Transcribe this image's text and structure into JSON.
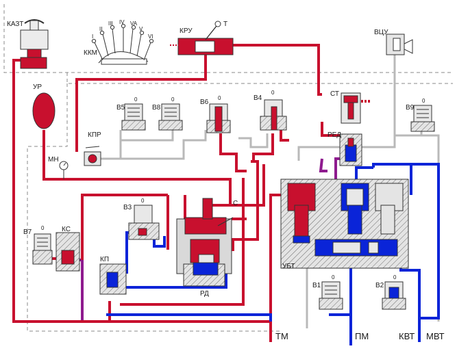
{
  "diagram": {
    "colors": {
      "red": "#c8102e",
      "blue": "#0a24d8",
      "purple": "#8e1a8e",
      "gray": "#b9b9b9",
      "dash": "#8a8a8a",
      "body_fill": "#d9d9d9"
    },
    "labels": {
      "kazt": "КАЗТ",
      "kkm": "ККМ",
      "kru": "КРУ",
      "t": "Т",
      "vcu": "ВЦУ",
      "ur": "УР",
      "kpr": "КПР",
      "mn": "МН",
      "v5": "В5",
      "v8": "В8",
      "v6": "В6",
      "v4": "В4",
      "st": "СТ",
      "red": "РЕД",
      "v9": "В9",
      "v3": "В3",
      "c": "С",
      "v7": "В7",
      "ks": "КС",
      "kp": "КП",
      "rd": "РД",
      "ubt": "УБТ",
      "v1": "В1",
      "v2": "В2",
      "tm": "ТМ",
      "pm": "ПМ",
      "kvt": "КВТ",
      "mvt": "МВТ",
      "zero": "0"
    },
    "kkm_positions": [
      "I",
      "II",
      "III",
      "IV",
      "VA",
      "V",
      "VI"
    ]
  }
}
